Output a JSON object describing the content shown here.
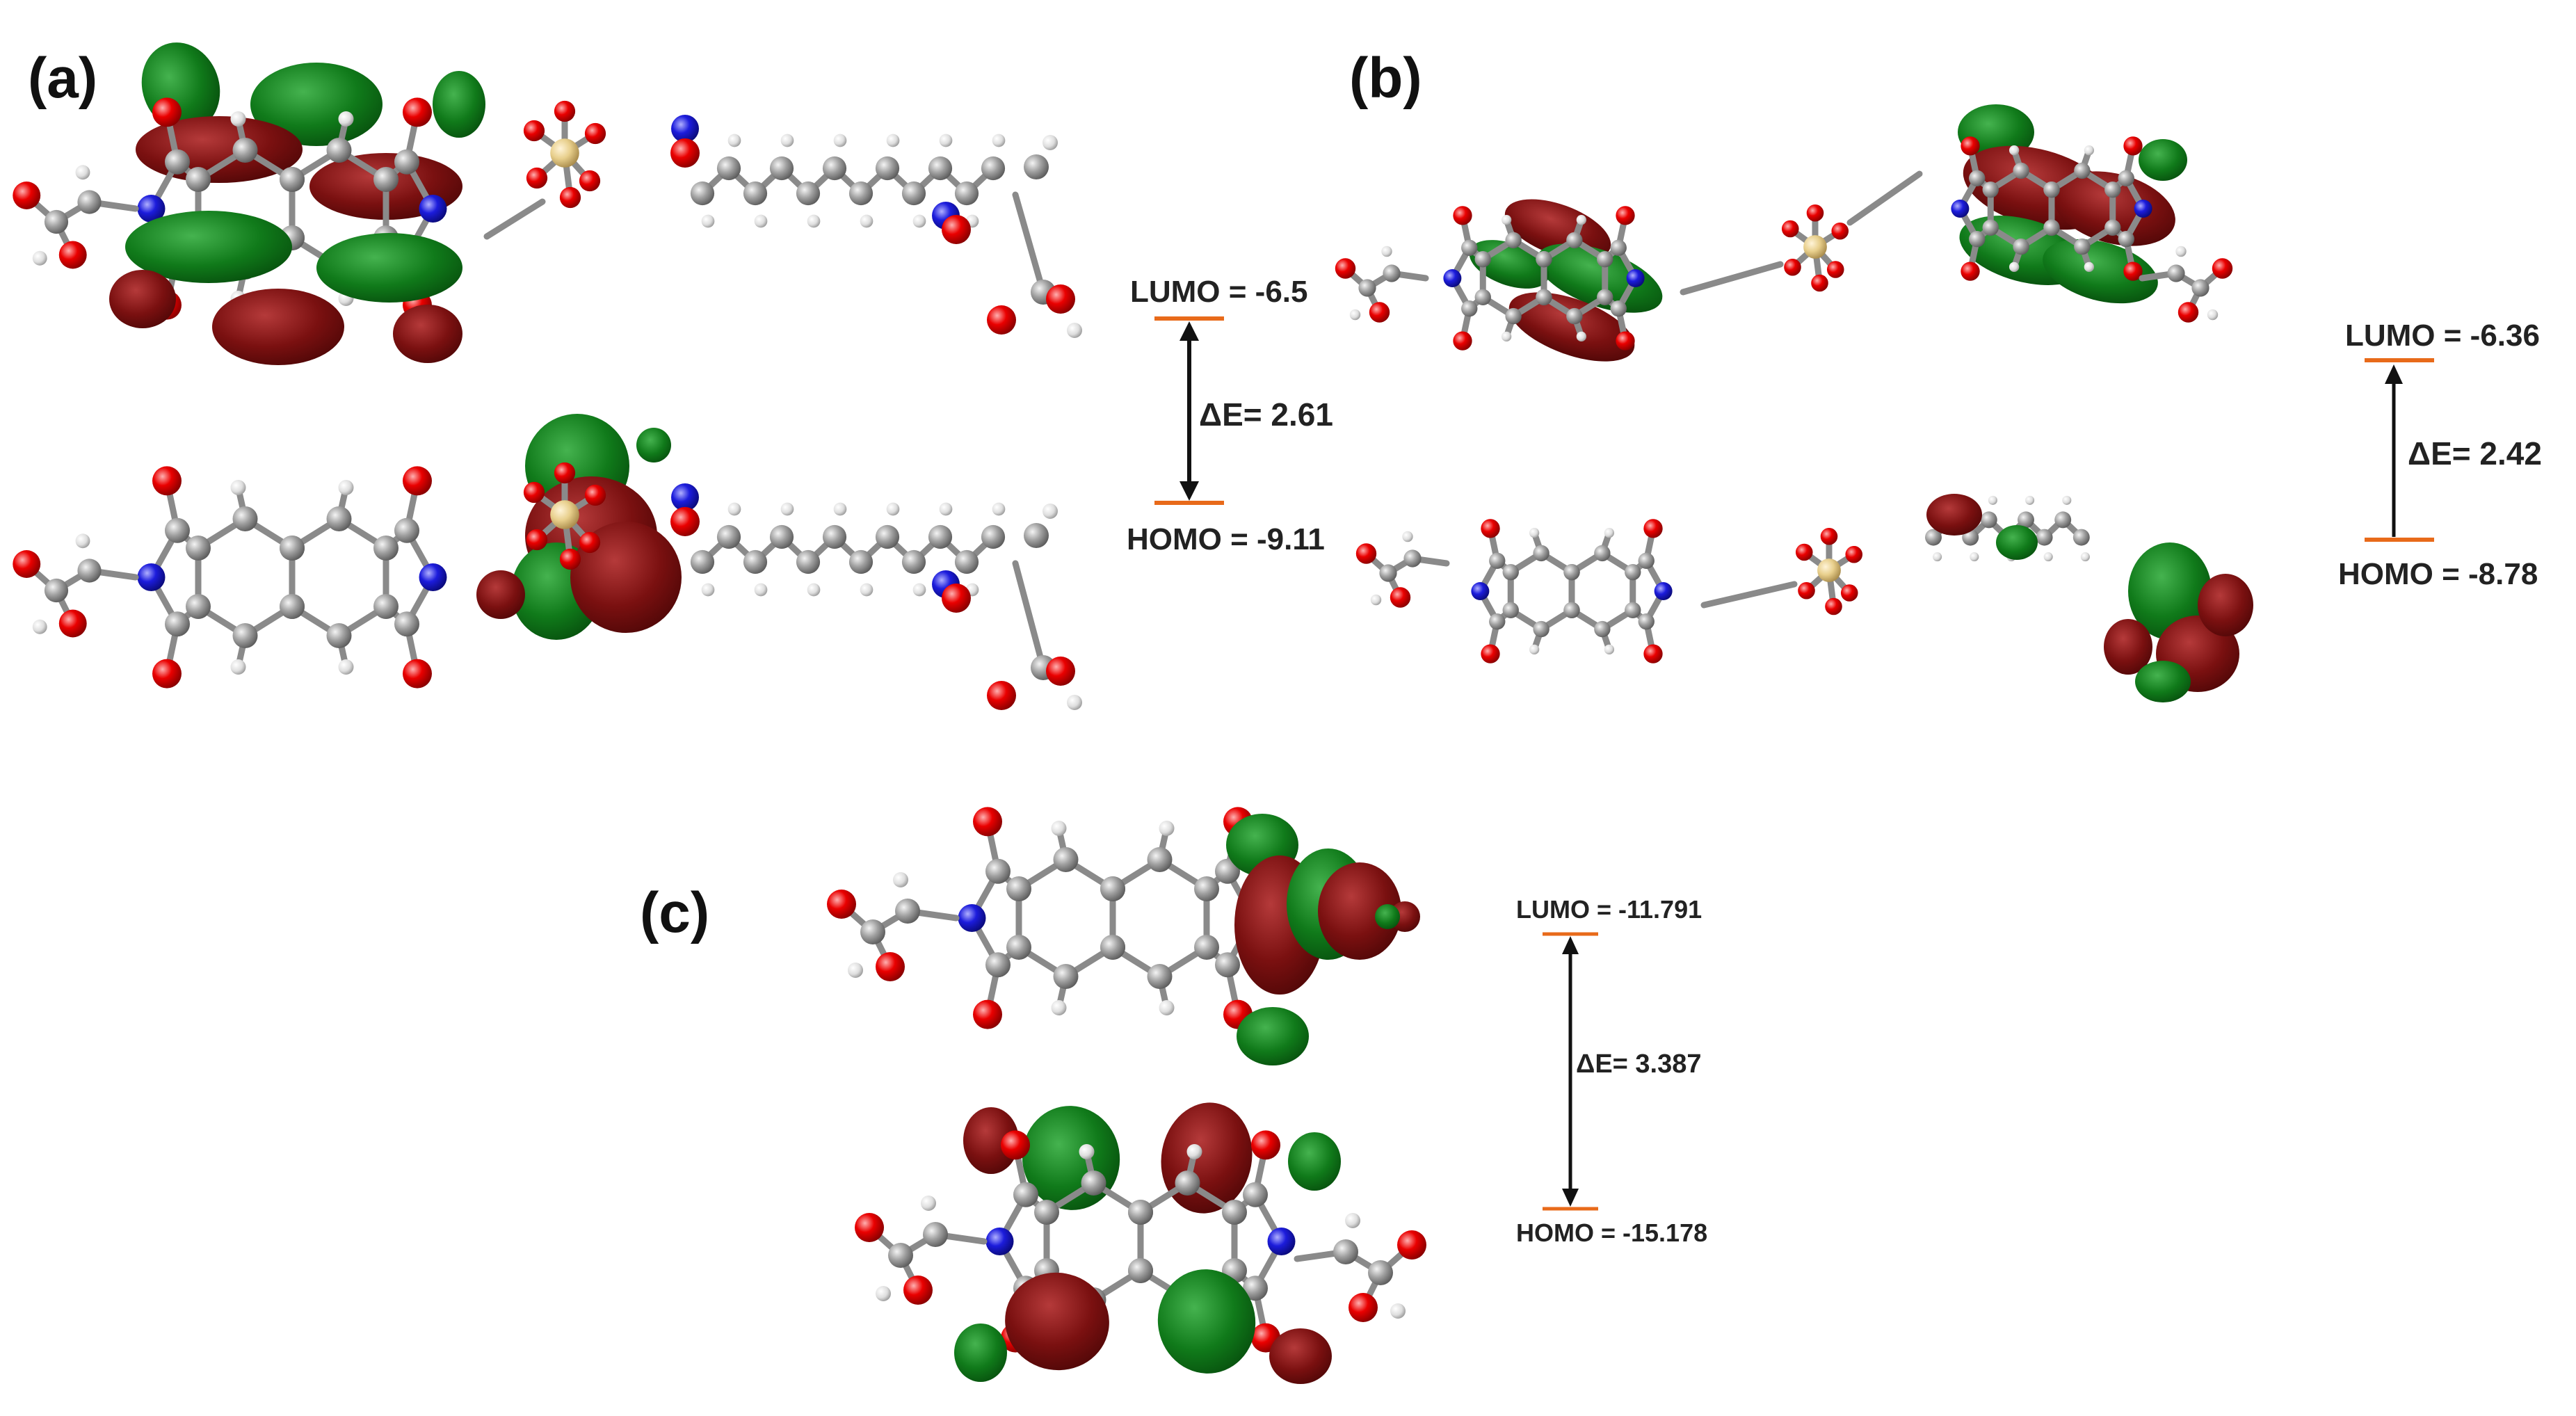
{
  "colors": {
    "carbon": "#9a9a9a",
    "oxygen": "#e20000",
    "nitrogen": "#1a1adc",
    "hydrogen": "#e6e6e6",
    "metal": "#e8cf8c",
    "orbital_red": "#7a1010",
    "orbital_green": "#107a1a",
    "level_line": "#e86a1a",
    "arrow": "#111111"
  },
  "panels": [
    {
      "label": "(a)",
      "lumo": "LUMO = -6.5",
      "homo": "HOMO = -9.11",
      "gap": "ΔE= 2.61"
    },
    {
      "label": "(b)",
      "lumo": "LUMO = -6.36",
      "homo": "HOMO = -8.78",
      "gap": "ΔE= 2.42"
    },
    {
      "label": "(c)",
      "lumo": "LUMO = -11.791",
      "homo": "HOMO = -15.178",
      "gap": "ΔE= 3.387"
    }
  ]
}
